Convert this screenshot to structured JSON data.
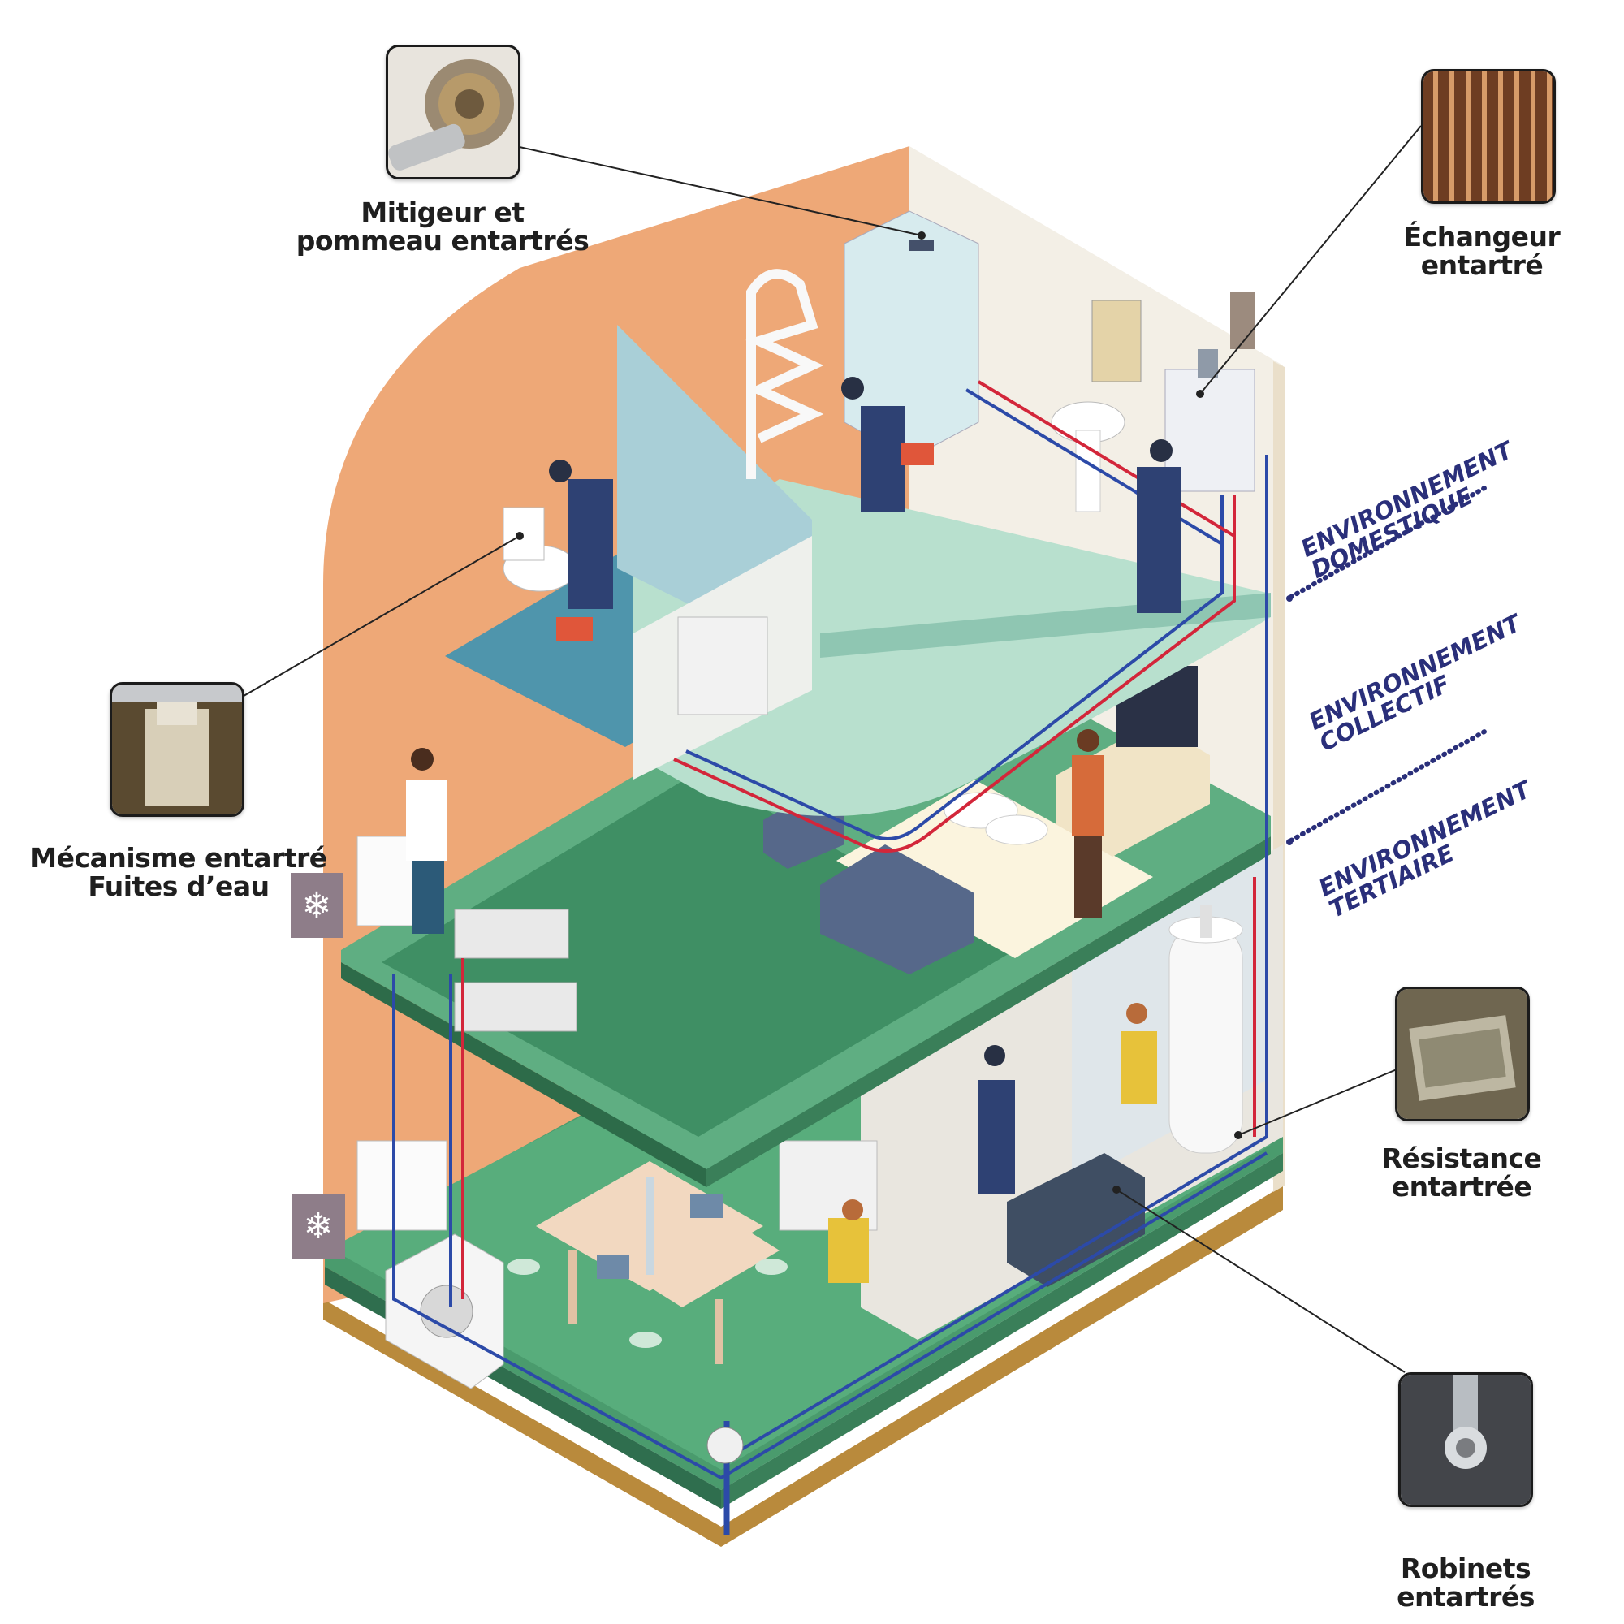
{
  "callouts": {
    "mitigeur": [
      "Mitigeur et",
      "pommeau entartrés"
    ],
    "echangeur": [
      "Échangeur entartré"
    ],
    "mecanisme": [
      "Mécanisme entartré",
      "Fuites d’eau"
    ],
    "resistance": [
      "Résistance",
      "entartrée"
    ],
    "robinets": [
      "Robinets",
      "entartrés"
    ]
  },
  "environments": {
    "domestique": [
      "ENVIRONNEMENT",
      "DOMESTIQUE"
    ],
    "collectif": [
      "ENVIRONNEMENT",
      "COLLECTIF"
    ],
    "tertiaire": [
      "ENVIRONNEMENT",
      "TERTIAIRE"
    ]
  },
  "colors": {
    "wall_orange": "#eea877",
    "floor_green": "#4fa37a",
    "floor_mint": "#bfe2d0",
    "pipe_red": "#d3263a",
    "pipe_blue": "#2c4aa8",
    "label_navy": "#2a2f7a",
    "base_brown": "#b98a3c"
  }
}
